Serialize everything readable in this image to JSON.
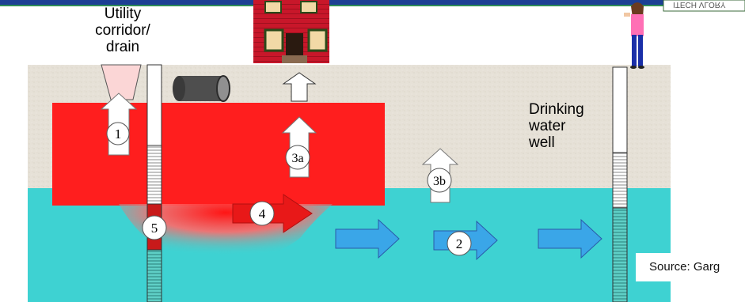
{
  "labels": {
    "corridor": [
      "Utility",
      "corridor/",
      "drain"
    ],
    "well": [
      "Drinking",
      "water",
      "well"
    ],
    "source": "Source: Garg"
  },
  "pathways": [
    "1",
    "2",
    "3a",
    "3b",
    "4",
    "5"
  ],
  "logo_text": "ITECH VLORY",
  "colors": {
    "soil": "#e5e0d6",
    "groundwater": "#3ed2d2",
    "plume": "#ff1e1e",
    "water_arrow": "#3aa6e8",
    "red_arrow": "#e81818",
    "building": "#cf1a2c"
  }
}
